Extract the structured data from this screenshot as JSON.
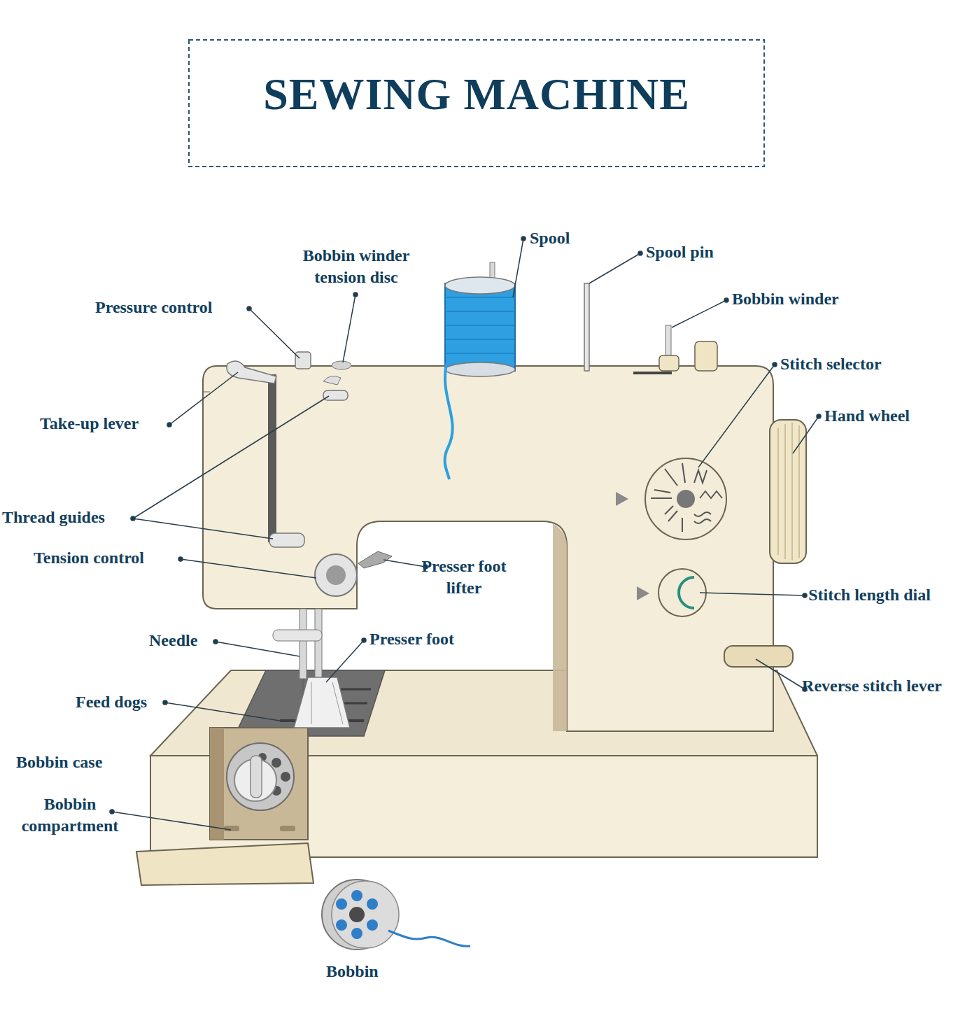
{
  "diagram": {
    "title": "SEWING MACHINE",
    "labels": [
      "Spool",
      "Spool pin",
      "Bobbin winder tension disc",
      "Bobbin winder",
      "Pressure control",
      "Stitch selector",
      "Take-up lever",
      "Hand wheel",
      "Thread guides",
      "Tension control",
      "Presser foot lifter",
      "Stitch length dial",
      "Needle",
      "Presser foot",
      "Reverse stitch lever",
      "Feed dogs",
      "Bobbin case",
      "Bobbin compartment",
      "Bobbin"
    ]
  }
}
